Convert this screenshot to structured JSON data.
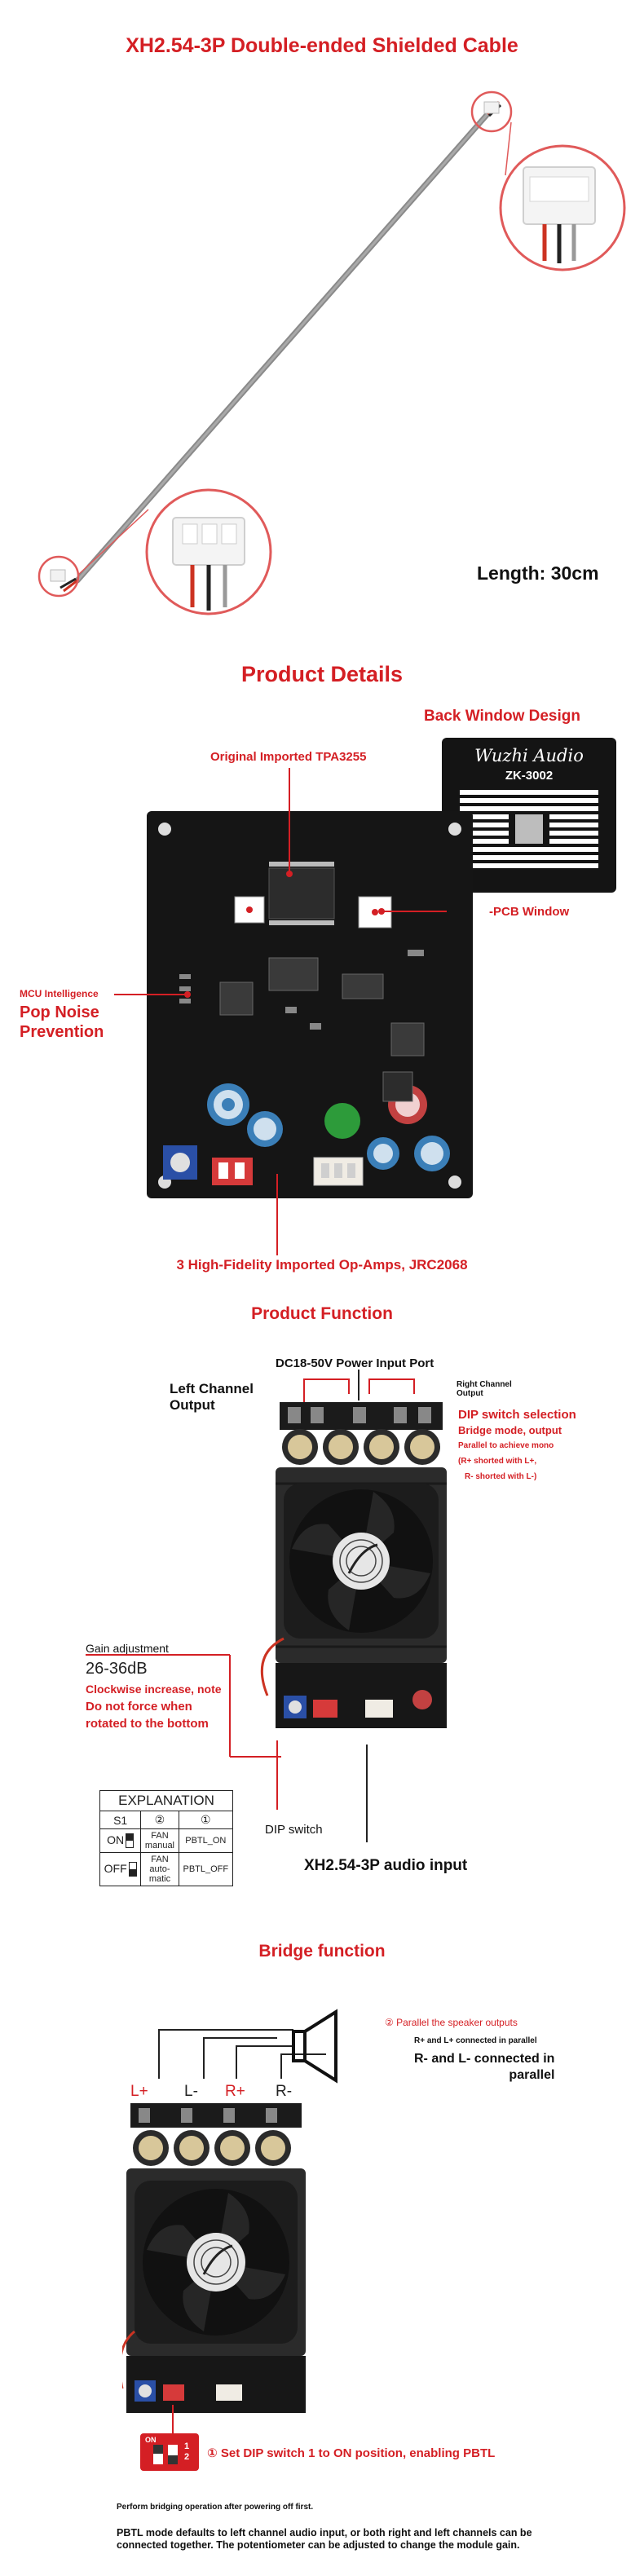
{
  "cable_section": {
    "title": "XH2.54-3P Double-ended Shielded Cable",
    "length_label": "Length: 30cm"
  },
  "details_section": {
    "title": "Product Details",
    "back_window_label": "Back Window Design",
    "brand_plate_logo": "Wuzhi Audio",
    "brand_plate_model": "ZK-3002",
    "tpa_label": "Original Imported TPA3255",
    "pcb_window_label": "PCB Window",
    "mcu_label": "MCU Intelligence",
    "pop_noise_line1": "Pop Noise",
    "pop_noise_line2": "Prevention",
    "opamp_label": "3 High-Fidelity Imported Op-Amps, JRC2068"
  },
  "function_section": {
    "title": "Product Function",
    "dc_label": "DC18-50V Power Input Port",
    "left_out_line1": "Left Channel",
    "left_out_line2": "Output",
    "right_out_line1": "Right Channel",
    "right_out_line2": "Output",
    "dip_sel_title": "DIP switch selection",
    "dip_sel_line2": "Bridge mode, output",
    "dip_sel_line3": "Parallel to achieve mono",
    "dip_sel_line4": "(R+ shorted with L+,",
    "dip_sel_line5": "R- shorted with L-)",
    "gain_title": "Gain adjustment",
    "gain_range": "26-36dB",
    "gain_note1": "Clockwise increase, note",
    "gain_note2": "Do not force when",
    "gain_note3": "rotated to the bottom",
    "dip_switch_label": "DIP switch",
    "xh_input_label": "XH2.54-3P audio input",
    "explanation": {
      "title": "EXPLANATION",
      "h1": "S1",
      "h2": "②",
      "h3": "①",
      "on_label": "ON",
      "off_label": "OFF",
      "fan_manual_1": "FAN",
      "fan_manual_2": "manual",
      "pbtl_on": "PBTL_ON",
      "fan_auto_1": "FAN",
      "fan_auto_2": "auto-",
      "fan_auto_3": "matic",
      "pbtl_off": "PBTL_OFF"
    }
  },
  "bridge_section": {
    "title": "Bridge function",
    "parallel_speaker": "② Parallel the speaker outputs",
    "parallel_plus": "R+ and L+ connected in parallel",
    "parallel_minus_1": "R- and L- connected in",
    "parallel_minus_2": "parallel",
    "term_lplus": "L+",
    "term_lminus": "L-",
    "term_rplus": "R+",
    "term_rminus": "R-",
    "dip_on_label": "ON",
    "dip_num_1": "1",
    "dip_num_2": "2",
    "step_text": "① Set DIP switch 1 to ON position, enabling PBTL",
    "note_1": "Perform bridging operation after powering off first.",
    "note_2": "PBTL mode defaults to left channel audio input, or both right and left channels can be",
    "note_3": "connected together. The potentiometer can be adjusted to change the module gain."
  },
  "colors": {
    "accent_red": "#d41f24",
    "pcb_black": "#151515",
    "heatsink": "#2b2b2b"
  }
}
